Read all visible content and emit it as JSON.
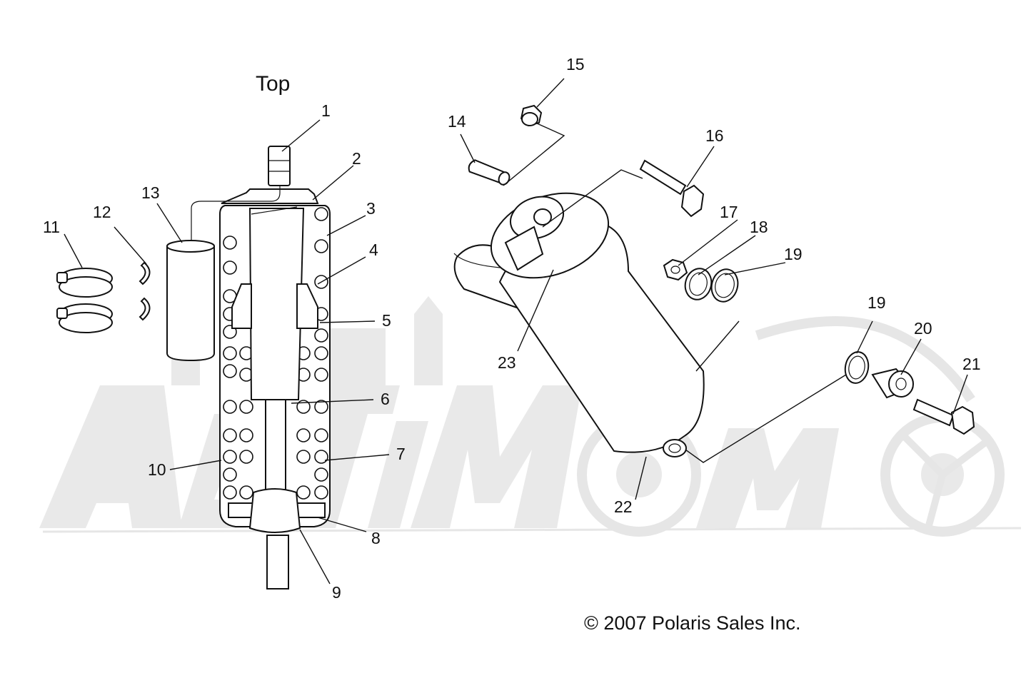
{
  "diagram": {
    "view_label": "Top",
    "copyright": "© 2007 Polaris Sales Inc.",
    "callouts": [
      "1",
      "2",
      "3",
      "4",
      "5",
      "6",
      "7",
      "8",
      "9",
      "10",
      "11",
      "12",
      "13",
      "14",
      "15",
      "16",
      "17",
      "18",
      "19",
      "19",
      "20",
      "21",
      "22",
      "23"
    ],
    "watermark_logo": "ActiMoto"
  },
  "colors": {
    "line": "#111111",
    "watermark": "#e9e9e9",
    "background": "#ffffff"
  }
}
